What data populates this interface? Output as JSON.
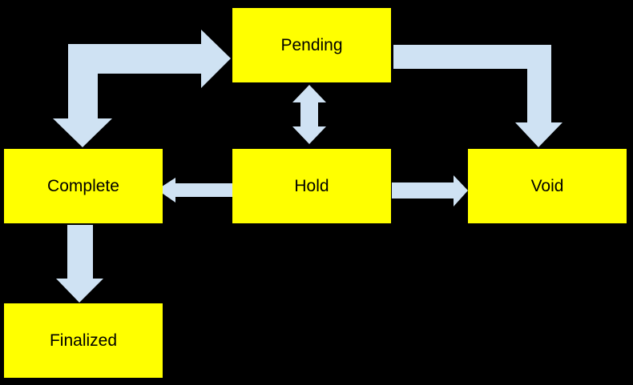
{
  "colors": {
    "background": "#000000",
    "node_fill": "#FFFF00",
    "node_text": "#000000",
    "arrow_fill": "#CFE2F3"
  },
  "nodes": {
    "pending": {
      "label": "Pending"
    },
    "complete": {
      "label": "Complete"
    },
    "hold": {
      "label": "Hold"
    },
    "void": {
      "label": "Void"
    },
    "finalized": {
      "label": "Finalized"
    }
  },
  "edges": [
    {
      "from": "Complete",
      "to": "Pending",
      "bidirectional": true,
      "shape": "thick-elbow-arrow"
    },
    {
      "from": "Pending",
      "to": "Hold",
      "bidirectional": true,
      "shape": "vertical-double-arrow"
    },
    {
      "from": "Pending",
      "to": "Void",
      "bidirectional": false,
      "shape": "elbow-arrow"
    },
    {
      "from": "Hold",
      "to": "Complete",
      "bidirectional": false,
      "shape": "straight-arrow"
    },
    {
      "from": "Hold",
      "to": "Void",
      "bidirectional": false,
      "shape": "straight-arrow"
    },
    {
      "from": "Complete",
      "to": "Finalized",
      "bidirectional": false,
      "shape": "straight-arrow"
    }
  ]
}
